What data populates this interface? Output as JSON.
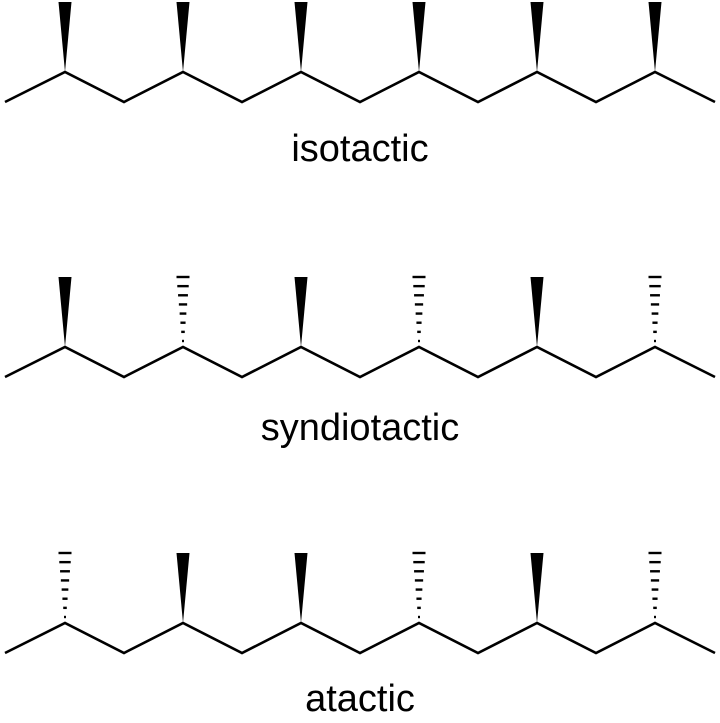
{
  "diagram": {
    "rows": [
      {
        "label": "isotactic",
        "stereo": [
          "wedge",
          "wedge",
          "wedge",
          "wedge",
          "wedge",
          "wedge"
        ]
      },
      {
        "label": "syndiotactic",
        "stereo": [
          "wedge",
          "hash",
          "wedge",
          "hash",
          "wedge",
          "hash"
        ]
      },
      {
        "label": "atactic",
        "stereo": [
          "hash",
          "wedge",
          "wedge",
          "hash",
          "wedge",
          "hash"
        ]
      }
    ]
  }
}
